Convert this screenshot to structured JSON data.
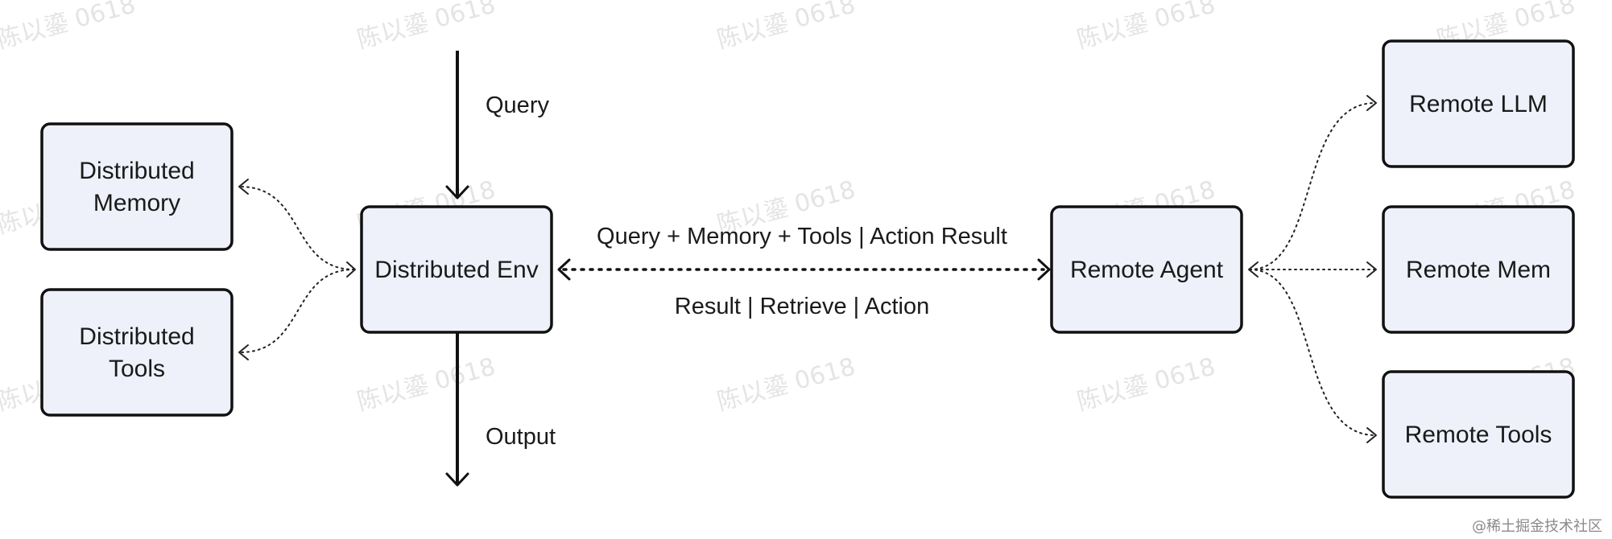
{
  "nodes": {
    "distributed_memory": "Distributed\nMemory",
    "distributed_tools": "Distributed\nTools",
    "distributed_env": "Distributed Env",
    "remote_agent": "Remote Agent",
    "remote_llm": "Remote LLM",
    "remote_mem": "Remote Mem",
    "remote_tools": "Remote Tools"
  },
  "edges": {
    "query": "Query",
    "output": "Output",
    "env_to_agent": "Query + Memory + Tools | Action Result",
    "agent_to_env": "Result | Retrieve | Action"
  },
  "watermark": "陈以鎏 0618",
  "credit": "@稀土掘金技术社区",
  "colors": {
    "box_fill": "#eef1fa",
    "box_stroke": "#111111",
    "watermark": "#e4e4e4"
  }
}
